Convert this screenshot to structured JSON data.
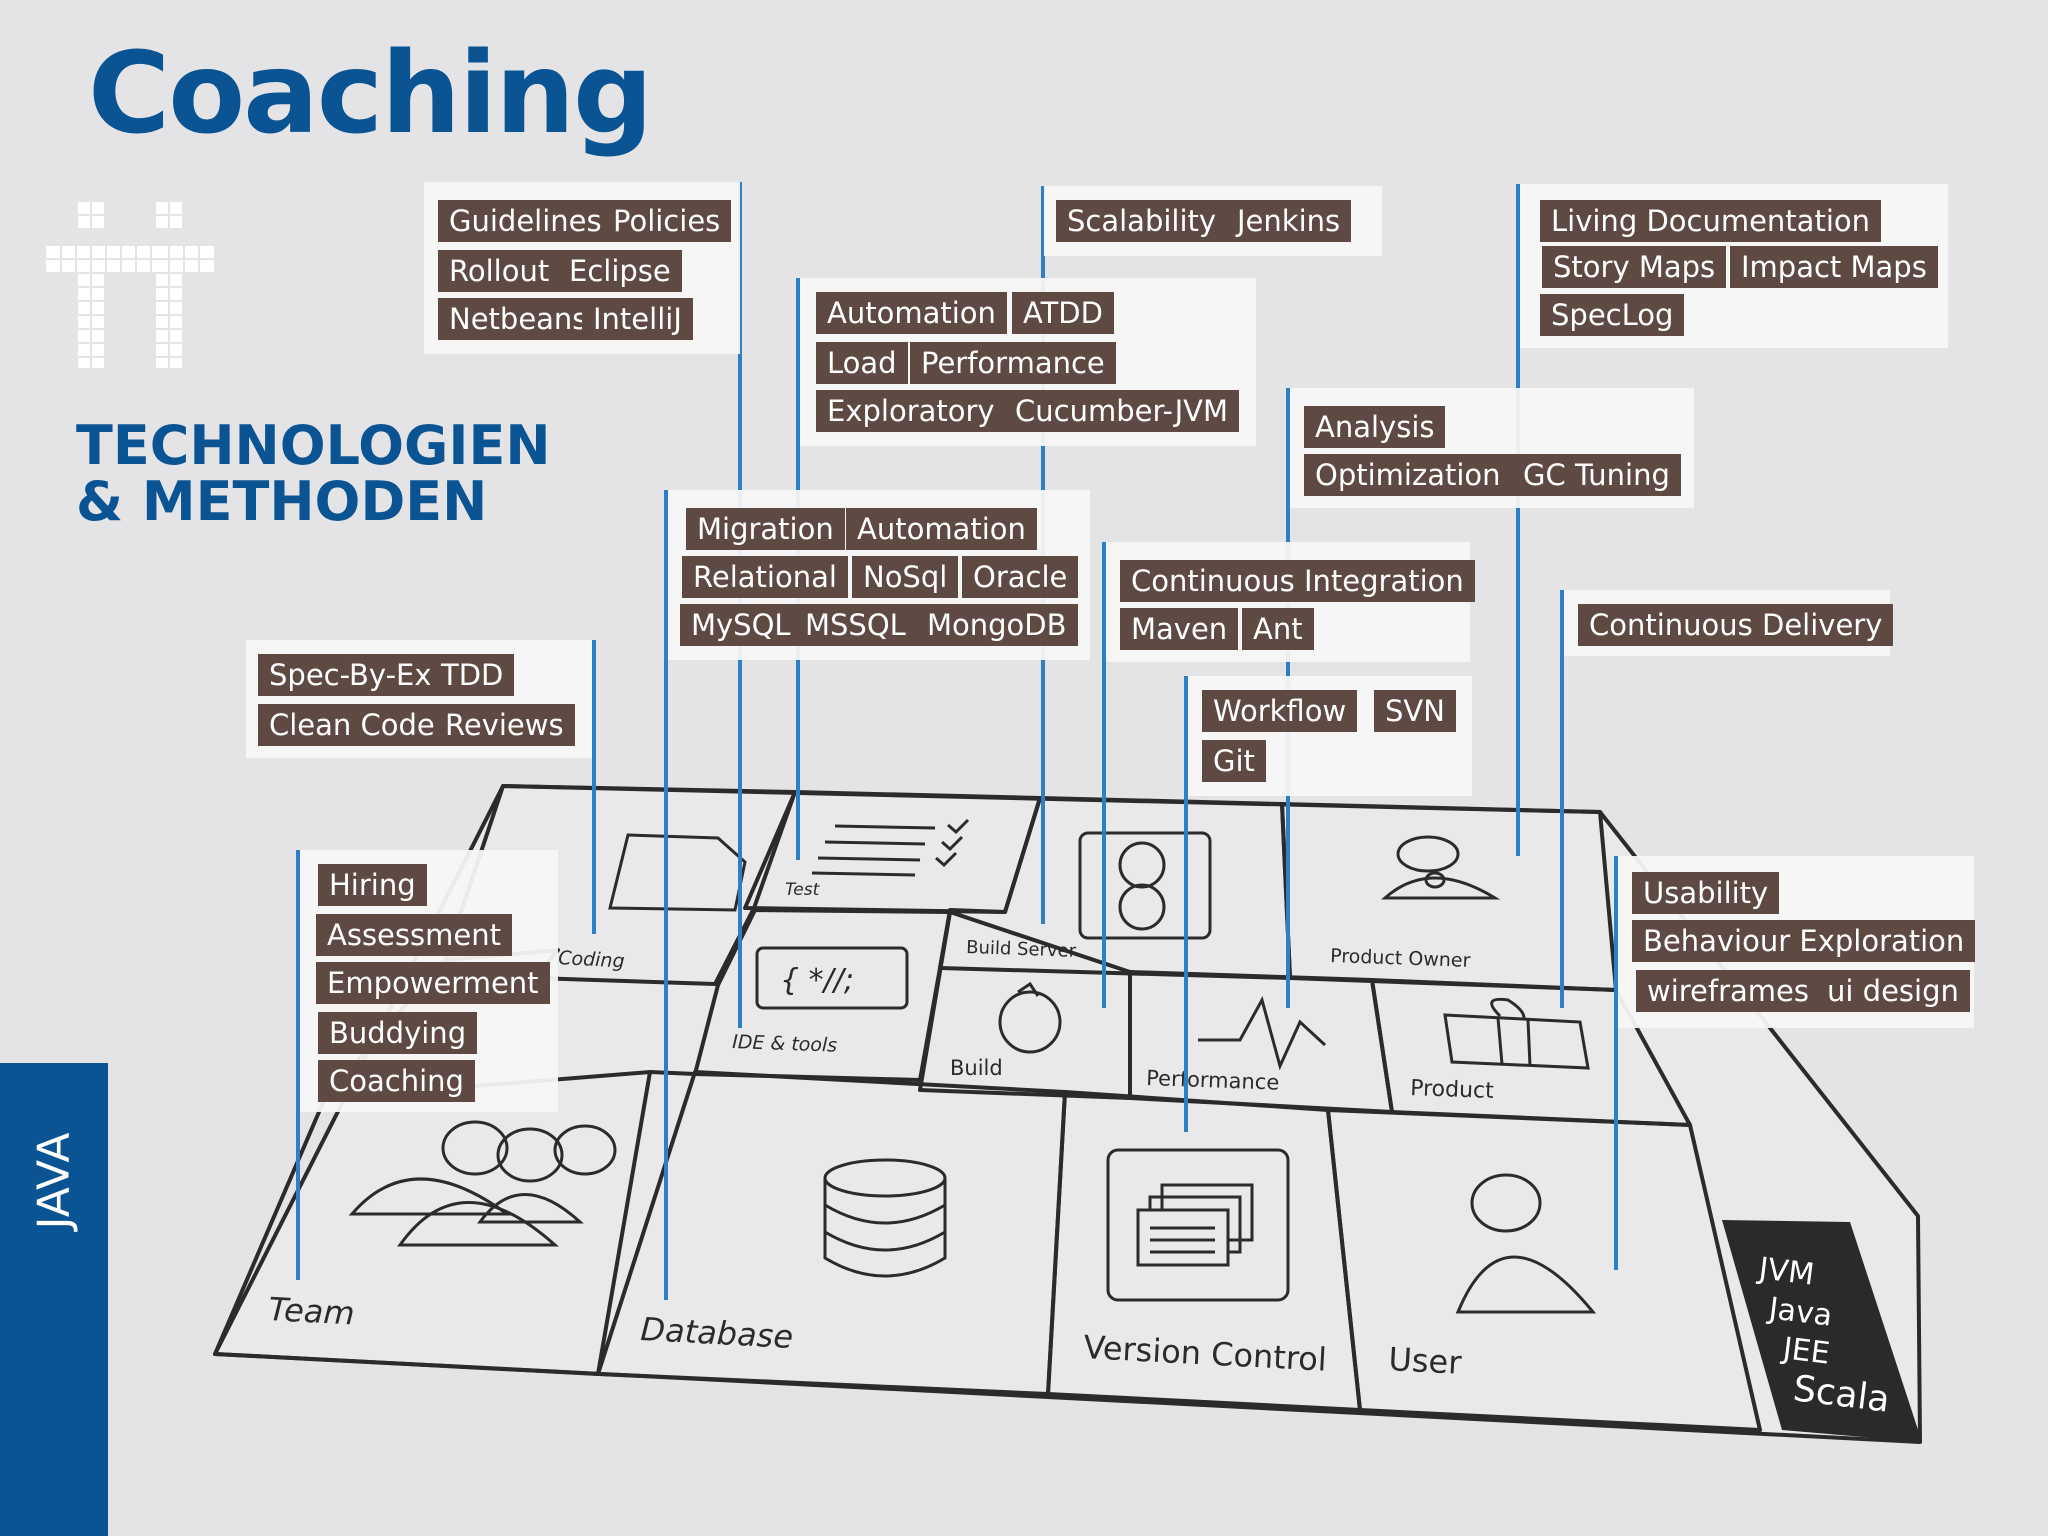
{
  "title": "Coaching",
  "subtitle": {
    "line1": "TECHNOLOGIEN",
    "line2": "& METHODEN"
  },
  "logo_icon": "it-pixel-logo-icon",
  "sidebar": {
    "label": "JAVA",
    "color": "#0b5494"
  },
  "colors": {
    "brand_blue": "#0b5494",
    "tag_bg": "#5f4a43",
    "pole": "#2f7fc6",
    "background": "#e4e4e6"
  },
  "tiles": {
    "coding": "Coding",
    "test": "Test",
    "build_server": "Build Server",
    "product_owner": "Product Owner",
    "ide_tools": "IDE & tools",
    "build": "Build",
    "performance": "Performance",
    "product": "Product",
    "team": "Team",
    "database": "Database",
    "version_control": "Version Control",
    "user": "User",
    "ide_symbol": "{ *//; "
  },
  "platform": [
    "JVM",
    "Java",
    "JEE",
    "Scala"
  ],
  "groups": {
    "tooling": [
      "Guidelines",
      "Policies",
      "Rollout",
      "Eclipse",
      "Netbeans",
      "IntelliJ"
    ],
    "build_server": [
      "Scalability",
      "Jenkins"
    ],
    "test": [
      "Automation",
      "ATDD",
      "Load",
      "Performance",
      "Exploratory",
      "Cucumber-JVM"
    ],
    "product_owner": [
      "Living Documentation",
      "Story Maps",
      "Impact Maps",
      "SpecLog"
    ],
    "performance": [
      "Analysis",
      "Optimization",
      "GC Tuning"
    ],
    "database": [
      "Migration",
      "Automation",
      "Relational",
      "NoSql",
      "Oracle",
      "MySQL",
      "MSSQL",
      "MongoDB"
    ],
    "build": [
      "Continuous Integration",
      "Maven",
      "Ant"
    ],
    "product": [
      "Continuous Delivery"
    ],
    "coding": [
      "Spec-By-Ex",
      "TDD",
      "Clean Code",
      "Reviews"
    ],
    "version_control": [
      "Workflow",
      "SVN",
      "Git"
    ],
    "team": [
      "Hiring",
      "Assessment",
      "Empowerment",
      "Buddying",
      "Coaching"
    ],
    "user": [
      "Usability",
      "Behaviour Exploration",
      "wireframes",
      "ui design"
    ]
  }
}
